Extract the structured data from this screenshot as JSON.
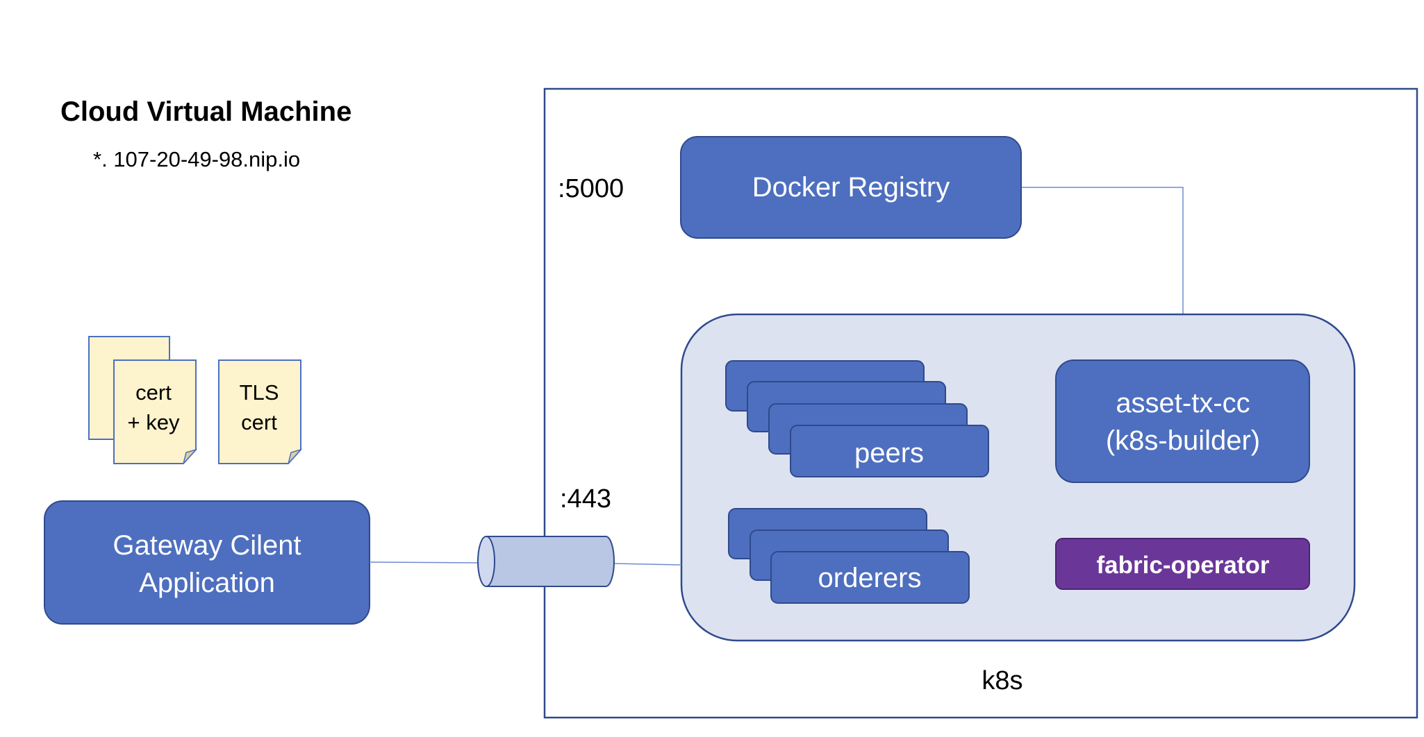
{
  "title": "Cloud Virtual Machine",
  "hostname": "*. 107-20-49-98.nip.io",
  "ports": {
    "registry": ":5000",
    "ingress": ":443"
  },
  "docker_registry": "Docker Registry",
  "cluster_label": "k8s",
  "chaincode": {
    "line1": "asset-tx-cc",
    "line2": "(k8s-builder)"
  },
  "peers_label": "peers",
  "orderers_label": "orderers",
  "operator_label": "fabric-operator",
  "gateway": {
    "line1": "Gateway Cilent",
    "line2": "Application"
  },
  "documents": {
    "cert_key": {
      "line1": "cert",
      "line2": "+ key"
    },
    "tls_cert": {
      "line1": "TLS",
      "line2": "cert"
    }
  },
  "colors": {
    "node_fill": "#4e6fbf",
    "node_stroke": "#2f4a8c",
    "cluster_fill": "#dde2f1",
    "operator_fill": "#6a3799",
    "document_fill": "#fdf3cc",
    "connector": "#6f8cd0",
    "cylinder_fill": "#b9c6e4"
  }
}
